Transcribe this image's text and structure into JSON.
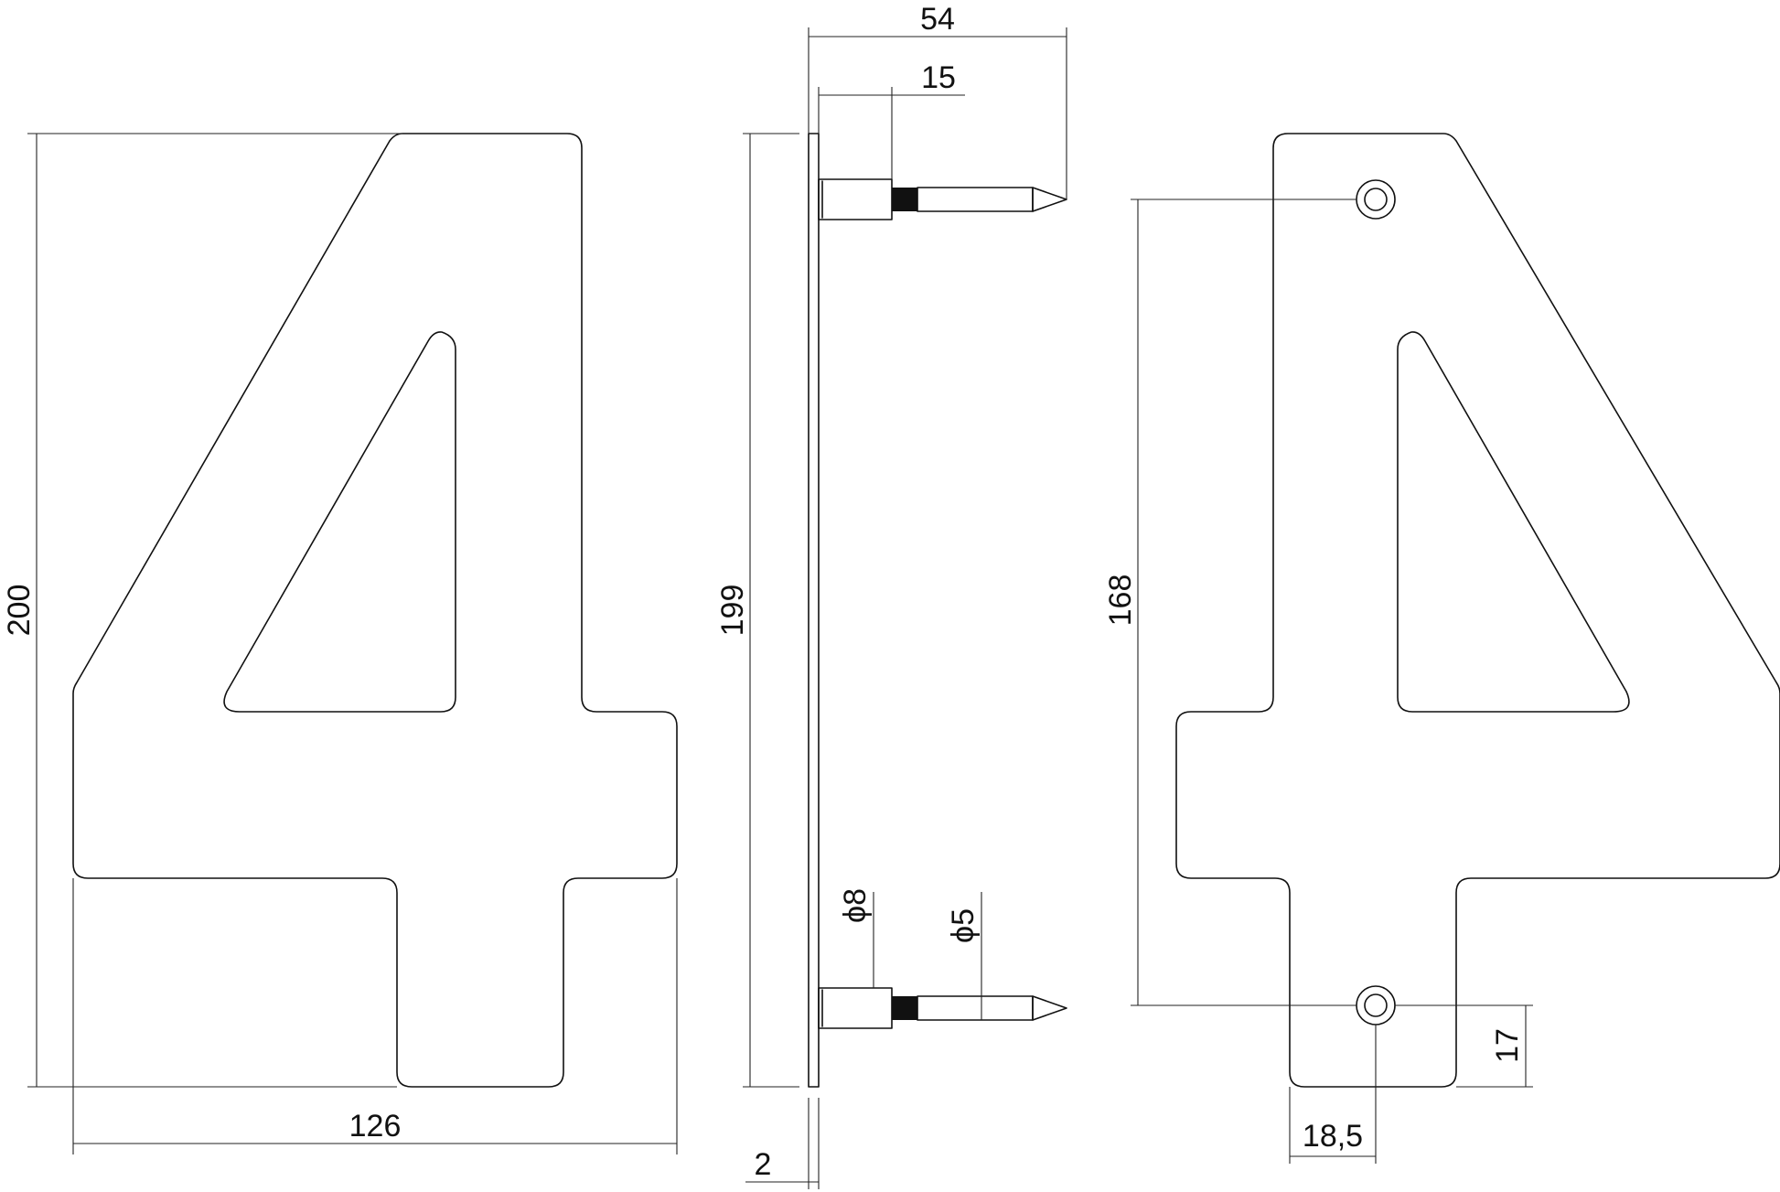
{
  "colors": {
    "line": "#111111",
    "background": "#ffffff"
  },
  "dimensions": {
    "front_height": "200",
    "front_width": "126",
    "side_depth_total": "54",
    "side_spacer_length": "15",
    "side_height": "199",
    "side_thickness": "2",
    "spacer_diameter": "ϕ8",
    "pin_diameter": "ϕ5",
    "back_hole_distance": "168",
    "back_hole_bottom_offset": "17",
    "back_hole_side_offset": "18,5"
  }
}
